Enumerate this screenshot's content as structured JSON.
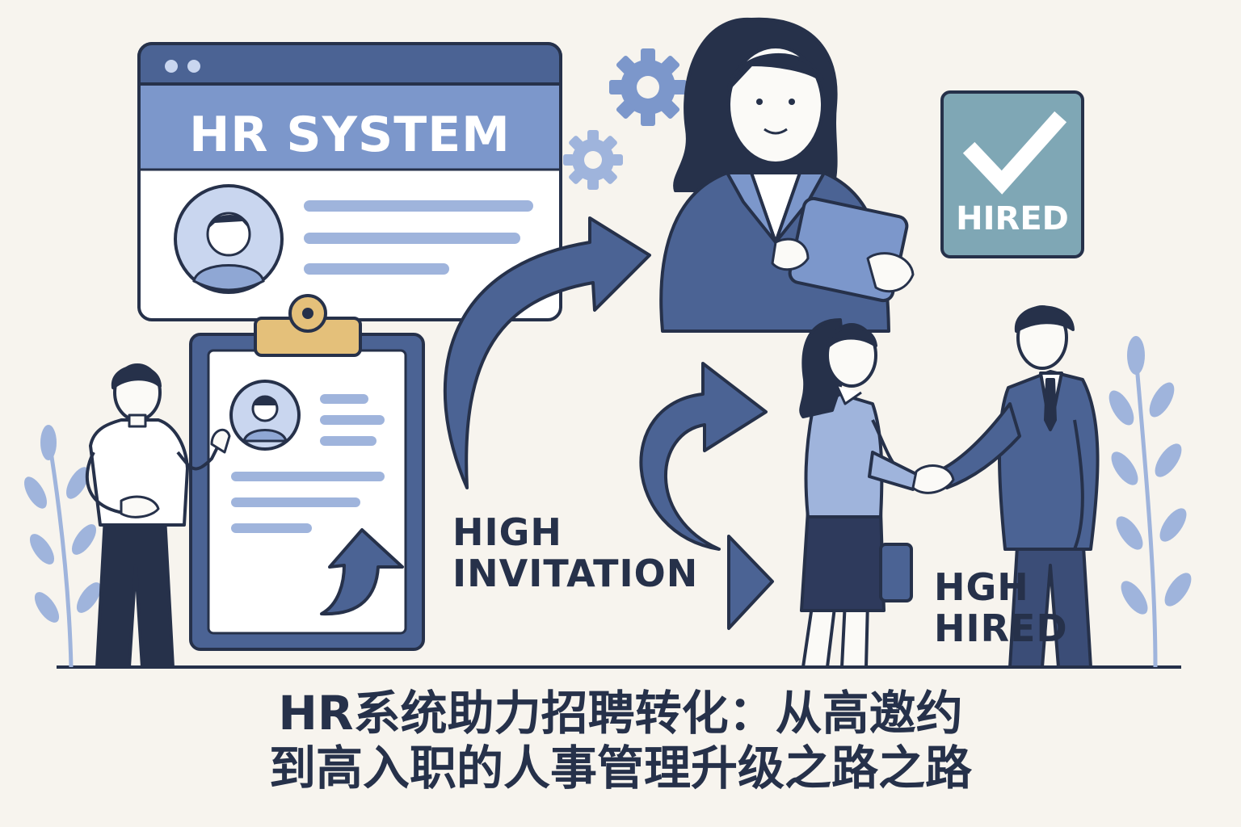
{
  "system_panel": {
    "title": "HR SYSTEM"
  },
  "badge": {
    "label": "HIRED"
  },
  "labels": {
    "invitation_line1": "HIGH",
    "invitation_line2": "INVITATION",
    "hired_line1": "HGH",
    "hired_line2": "HIRED"
  },
  "caption": {
    "line1": "HR系统助力招聘转化：从高邀约",
    "line2": "到高入职的人事管理升级之路之路"
  },
  "colors": {
    "navy": "#26314a",
    "steel_blue": "#4b6394",
    "light_blue": "#8fa7d4",
    "pale_blue": "#c9d6ef",
    "teal_badge": "#7fa7b5",
    "clip_gold": "#e4c07a",
    "background": "#f7f4ee"
  }
}
